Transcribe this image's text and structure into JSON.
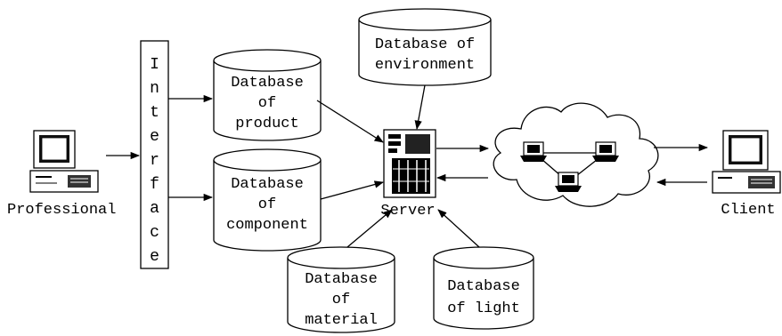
{
  "nodes": {
    "professional": "Professional",
    "interface_letters": [
      "I",
      "n",
      "t",
      "e",
      "r",
      "f",
      "a",
      "c",
      "e"
    ],
    "db_product": [
      "Database",
      "of",
      "product"
    ],
    "db_component": [
      "Database",
      "of",
      "component"
    ],
    "db_environment": [
      "Database of",
      "environment"
    ],
    "db_material": [
      "Database",
      "of",
      "material"
    ],
    "db_light": [
      "Database",
      "of light"
    ],
    "server": "Server",
    "client": "Client"
  }
}
